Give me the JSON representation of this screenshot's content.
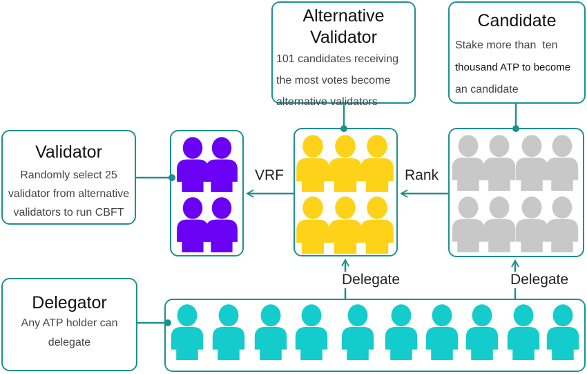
{
  "validator": {
    "title": "Validator",
    "desc": [
      "Randomly select 25",
      "validator from alternative",
      "validators to run CBFT"
    ]
  },
  "alternative": {
    "title": [
      "Alternative",
      "Validator"
    ],
    "desc": [
      "101 candidates receiving",
      "the most votes become",
      "alternative validators"
    ]
  },
  "candidate": {
    "title": "Candidate",
    "desc": [
      "Stake more than  ten",
      "thousand ATP to become",
      "an candidate"
    ]
  },
  "delegator": {
    "title": "Delegator",
    "desc": [
      "Any ATP holder can",
      "delegate"
    ]
  },
  "arrows": {
    "vrf": "VRF",
    "rank": "Rank",
    "delegate_left": "Delegate",
    "delegate_right": "Delegate"
  },
  "colors": {
    "border": "#1f8f8f",
    "validator_people": "#6a00f4",
    "alternative_people": "#ffd21a",
    "candidate_people": "#c8c8c8",
    "delegator_people": "#14cccc"
  },
  "groups": {
    "validator_count": 4,
    "alternative_count": 6,
    "candidate_count": 8,
    "delegator_count": 10
  }
}
